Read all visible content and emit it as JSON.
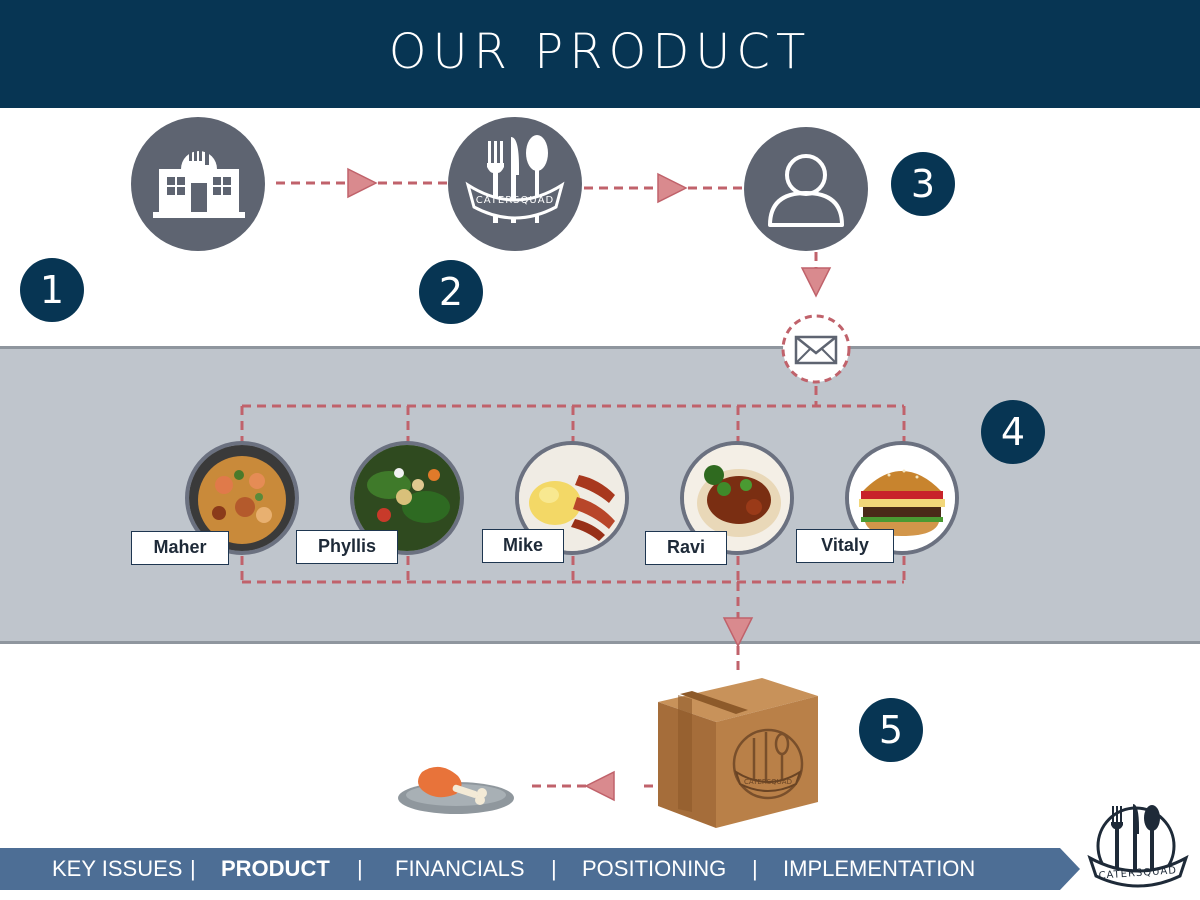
{
  "title": "OUR PRODUCT",
  "steps": [
    "1",
    "2",
    "3",
    "4",
    "5"
  ],
  "brand": "CATERSQUAD",
  "people": [
    "Maher",
    "Phyllis",
    "Mike",
    "Ravi",
    "Vitaly"
  ],
  "nav": {
    "items": [
      "KEY ISSUES",
      "PRODUCT",
      "FINANCIALS",
      "POSITIONING",
      "IMPLEMENTATION"
    ],
    "active": "PRODUCT",
    "separator": "|"
  },
  "colors": {
    "header": "#073553",
    "icon_gray": "#5e6471",
    "band": "#bfc5cc",
    "dashed_line": "#c0626b",
    "arrow": "#d98a8e",
    "nav_bar": "#4d6e95"
  },
  "icons": [
    "restaurant-icon",
    "catersquad-logo-icon",
    "user-icon",
    "envelope-icon",
    "delivery-box-icon",
    "chicken-leg-icon"
  ]
}
